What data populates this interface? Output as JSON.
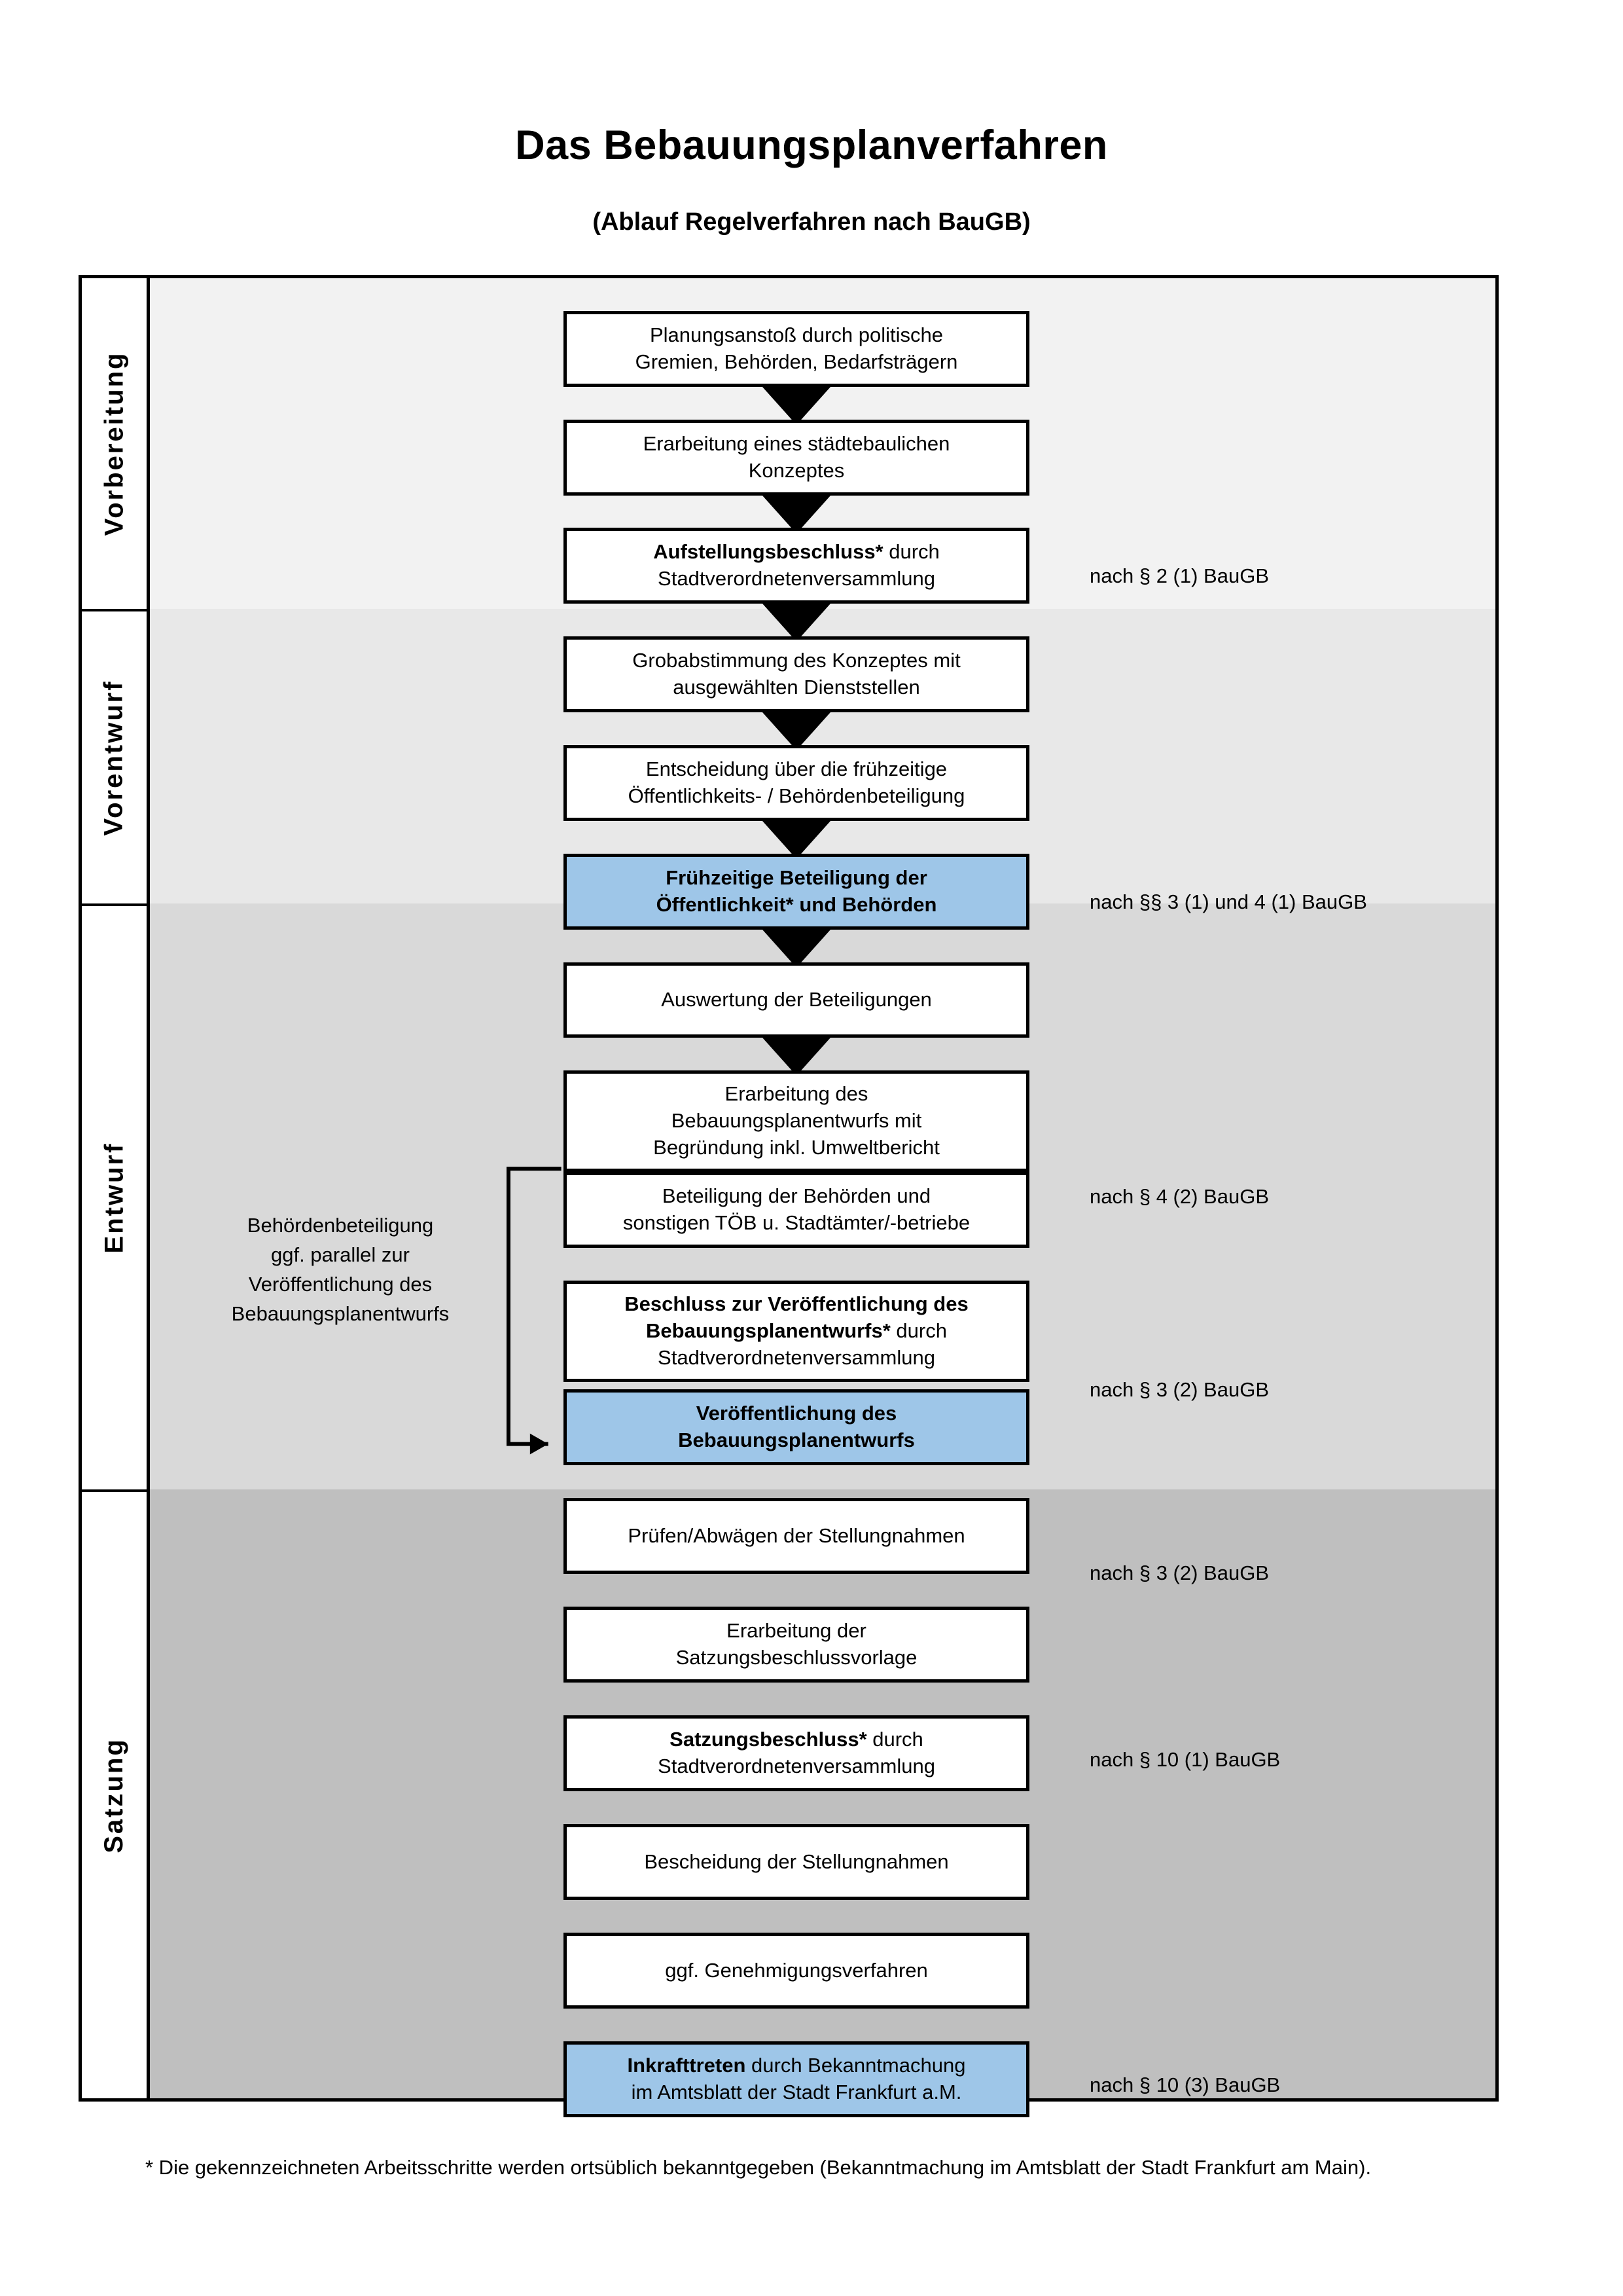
{
  "header": {
    "title": "Das Bebauungsplanverfahren",
    "subtitle": "(Ablauf Regelverfahren nach BauGB)"
  },
  "phases": [
    {
      "label": "Vorbereitung",
      "color": "#f2f2f2"
    },
    {
      "label": "Vorentwurf",
      "color": "#e8e8e8"
    },
    {
      "label": "Entwurf",
      "color": "#d9d9d9"
    },
    {
      "label": "Satzung",
      "color": "#bfbfbf"
    }
  ],
  "steps": [
    {
      "id": "planungsanstoss",
      "line1": "Planungsanstoß durch politische",
      "line2": "Gremien, Behörden, Bedarfsträgern",
      "bold": "",
      "rest": "",
      "highlight": false
    },
    {
      "id": "staedtebauliches-konzept",
      "line1": "Erarbeitung eines städtebaulichen",
      "line2": "Konzeptes",
      "bold": "",
      "rest": "",
      "highlight": false
    },
    {
      "id": "aufstellungsbeschluss",
      "line1": "",
      "line2": "Stadtverordnetenversammlung",
      "bold": "Aufstellungsbeschluss*",
      "rest": " durch",
      "highlight": false
    },
    {
      "id": "grobabstimmung",
      "line1": "Grobabstimmung des Konzeptes mit",
      "line2": "ausgewählten Dienststellen",
      "bold": "",
      "rest": "",
      "highlight": false
    },
    {
      "id": "entscheidung-fruehzeitig",
      "line1": "Entscheidung über die frühzeitige",
      "line2": "Öffentlichkeits- / Behördenbeteiligung",
      "bold": "",
      "rest": "",
      "highlight": false
    },
    {
      "id": "fruehzeitige-beteiligung",
      "line1": "",
      "line2": "",
      "bold": "Frühzeitige Beteiligung der\nÖffentlichkeit* und Behörden",
      "rest": "",
      "highlight": true
    },
    {
      "id": "auswertung",
      "line1": "Auswertung der Beteiligungen",
      "line2": "",
      "bold": "",
      "rest": "",
      "highlight": false
    },
    {
      "id": "erarbeitung-entwurf",
      "line1": "Erarbeitung des",
      "line2": "Bebauungsplanentwurfs mit",
      "line3": "Begründung inkl. Umweltbericht",
      "bold": "",
      "rest": "",
      "highlight": false
    },
    {
      "id": "beteiligung-behoerden",
      "line1": "Beteiligung der Behörden und",
      "line2": "sonstigen TÖB u. Stadtämter/-betriebe",
      "bold": "",
      "rest": "",
      "highlight": false
    },
    {
      "id": "beschluss-veroeffentlichung",
      "line1": "",
      "line2": "Stadtverordnetenversammlung",
      "bold": "Beschluss zur Veröffentlichung des\nBebauungsplanentwurfs*",
      "rest": " durch",
      "highlight": false
    },
    {
      "id": "veroeffentlichung",
      "line1": "",
      "line2": "",
      "bold": "Veröffentlichung des\nBebauungsplanentwurfs",
      "rest": "",
      "highlight": true
    },
    {
      "id": "pruefen-abwaegen",
      "line1": "Prüfen/Abwägen der Stellungnahmen",
      "line2": "",
      "bold": "",
      "rest": "",
      "highlight": false
    },
    {
      "id": "satzungsbeschlussvorlage",
      "line1": "Erarbeitung der",
      "line2": "Satzungsbeschlussvorlage",
      "bold": "",
      "rest": "",
      "highlight": false
    },
    {
      "id": "satzungsbeschluss",
      "line1": "",
      "line2": "Stadtverordnetenversammlung",
      "bold": "Satzungsbeschluss*",
      "rest": " durch",
      "highlight": false
    },
    {
      "id": "bescheidung",
      "line1": "Bescheidung der Stellungnahmen",
      "line2": "",
      "bold": "",
      "rest": "",
      "highlight": false
    },
    {
      "id": "genehmigungsverfahren",
      "line1": "ggf. Genehmigungsverfahren",
      "line2": "",
      "bold": "",
      "rest": "",
      "highlight": false
    },
    {
      "id": "inkrafttreten",
      "line1": "",
      "line2": "im Amtsblatt der Stadt Frankfurt a.M.",
      "bold": "Inkrafttreten",
      "rest": " durch Bekanntmachung",
      "highlight": true
    }
  ],
  "refs": [
    {
      "id": "ref-par2",
      "text": "nach § 2 (1) BauGB"
    },
    {
      "id": "ref-par3-1",
      "text": "nach §§ 3 (1) und 4 (1) BauGB"
    },
    {
      "id": "ref-par4-2",
      "text": "nach § 4 (2) BauGB"
    },
    {
      "id": "ref-par3-2a",
      "text": "nach § 3 (2) BauGB"
    },
    {
      "id": "ref-par3-2b",
      "text": "nach § 3 (2) BauGB"
    },
    {
      "id": "ref-par10-1",
      "text": "nach § 10 (1) BauGB"
    },
    {
      "id": "ref-par10-3",
      "text": "nach § 10 (3) BauGB"
    }
  ],
  "sidenote": "Behördenbeteiligung\nggf. parallel zur\nVeröffentlichung des\nBebauungsplanentwurfs",
  "footnote": "* Die gekennzeichneten Arbeitsschritte werden ortsüblich bekanntgegeben (Bekanntmachung im Amtsblatt  der Stadt Frankfurt am Main).",
  "colors": {
    "highlight_blue": "#9ec6e8",
    "border_black": "#000000",
    "band1": "#f2f2f2",
    "band2": "#e8e8e8",
    "band3": "#d9d9d9",
    "band4": "#bfbfbf"
  }
}
